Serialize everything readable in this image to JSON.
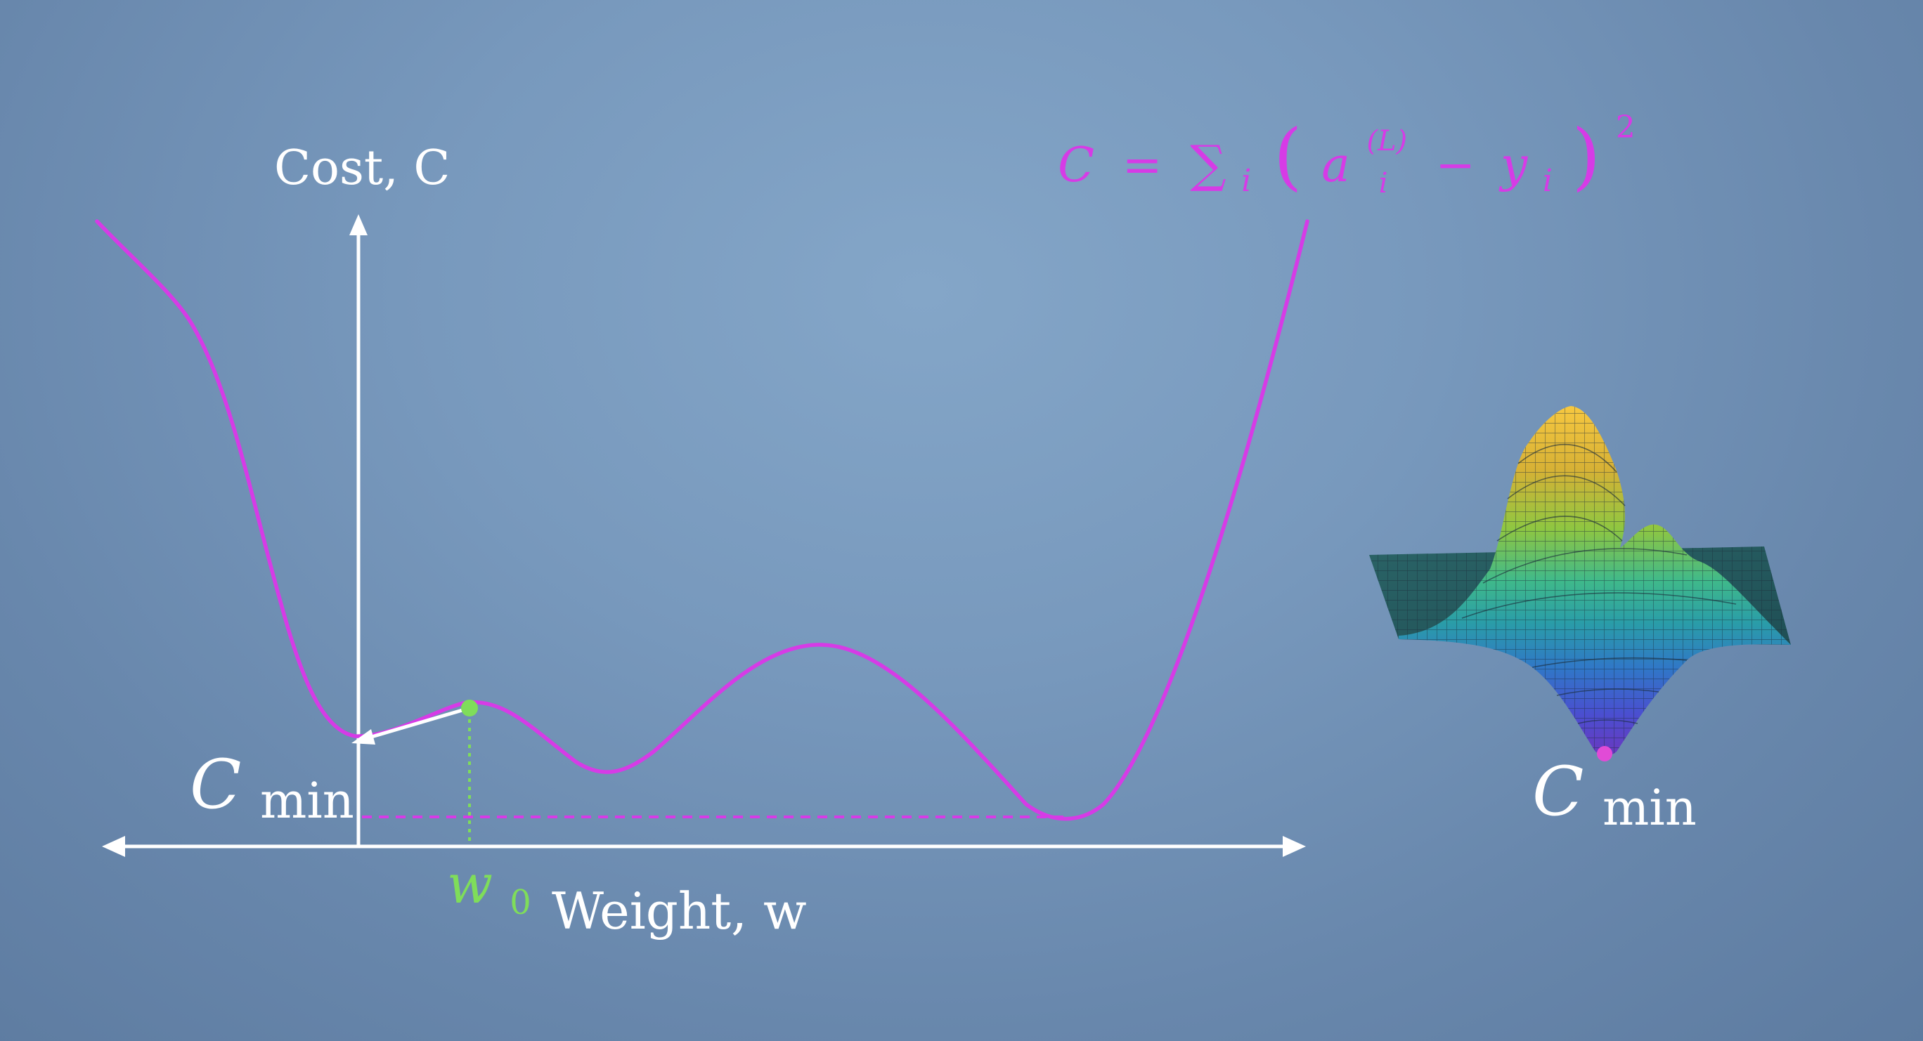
{
  "diagram": {
    "y_axis_label": "Cost, C",
    "x_axis_label": "Weight, w",
    "formula": "C = ∑ᵢ (aᵢ⁽ᴸ⁾ − yᵢ)²",
    "formula_parts": {
      "c": "C",
      "equals": "=",
      "sum": "∑",
      "sum_sub": "i",
      "open_paren": "(",
      "a": "a",
      "a_sup": "(L)",
      "a_sub": "i",
      "minus": "−",
      "y": "y",
      "y_sub": "i",
      "close_paren": ")",
      "power": "2"
    },
    "w0": {
      "main": "w",
      "sub": "0"
    },
    "cmin_left": {
      "main": "C",
      "sub": "min"
    },
    "cmin_right": {
      "main": "C",
      "sub": "min"
    }
  },
  "colors": {
    "background": "#7899bd",
    "cost_curve": "#d63be6",
    "axes": "#ffffff",
    "start_point": "#7fdd5a",
    "min_point": "#e14bd6",
    "min_guide": "#d63be6"
  },
  "icons": [
    "3d-cost-surface",
    "arrow-head"
  ]
}
